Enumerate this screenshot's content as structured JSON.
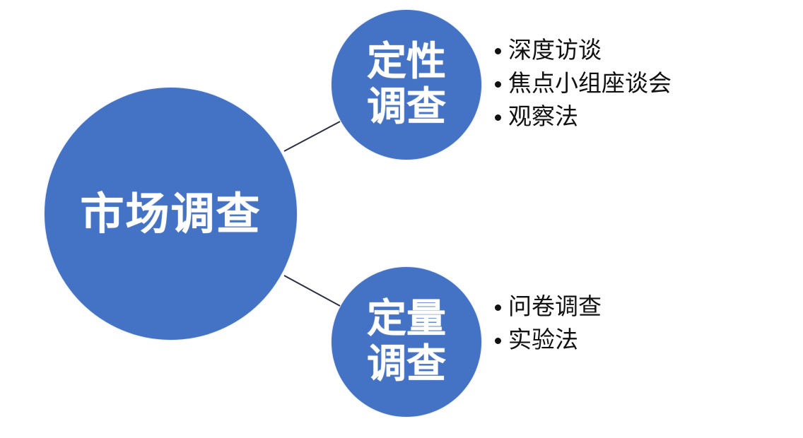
{
  "diagram": {
    "type": "mind-map",
    "colors": {
      "node_fill": "#4472c4",
      "node_text": "#ffffff",
      "connector": "#2b2f45",
      "bullet_text": "#111111",
      "background": "#ffffff"
    },
    "root": {
      "label": "市场调查"
    },
    "branches": [
      {
        "label": "定性调查",
        "items": [
          "深度访谈",
          "焦点小组座谈会",
          "观察法"
        ]
      },
      {
        "label": "定量调查",
        "items": [
          "问卷调查",
          "实验法"
        ]
      }
    ]
  }
}
